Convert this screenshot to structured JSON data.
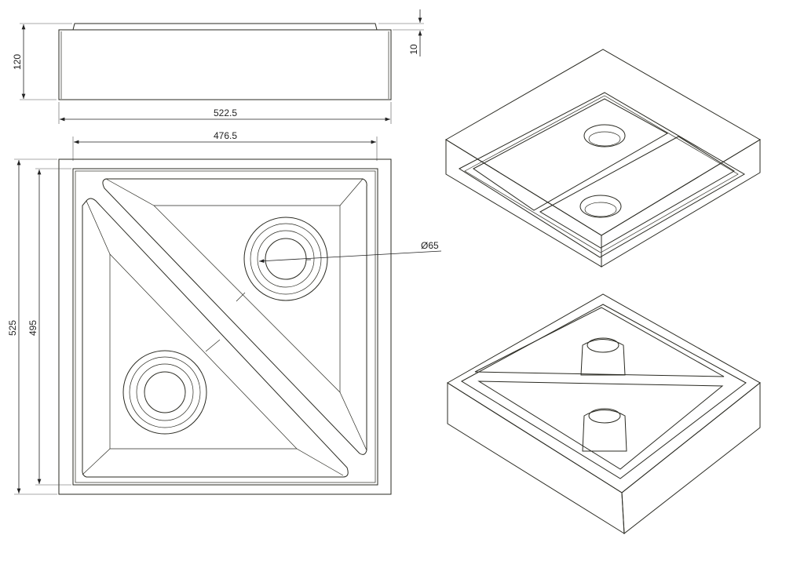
{
  "drawing": {
    "dimensions": {
      "height": "120",
      "lip_height": "10",
      "outer_width_side": "522.5",
      "inner_width": "476.5",
      "outer_length": "525",
      "inner_length": "495",
      "hole_diameter": "Ø65"
    },
    "colors": {
      "body": "#aca47f",
      "face_light": "#cdc497",
      "face_mid": "#c4bb8e",
      "edge": "#2a2a22"
    }
  }
}
